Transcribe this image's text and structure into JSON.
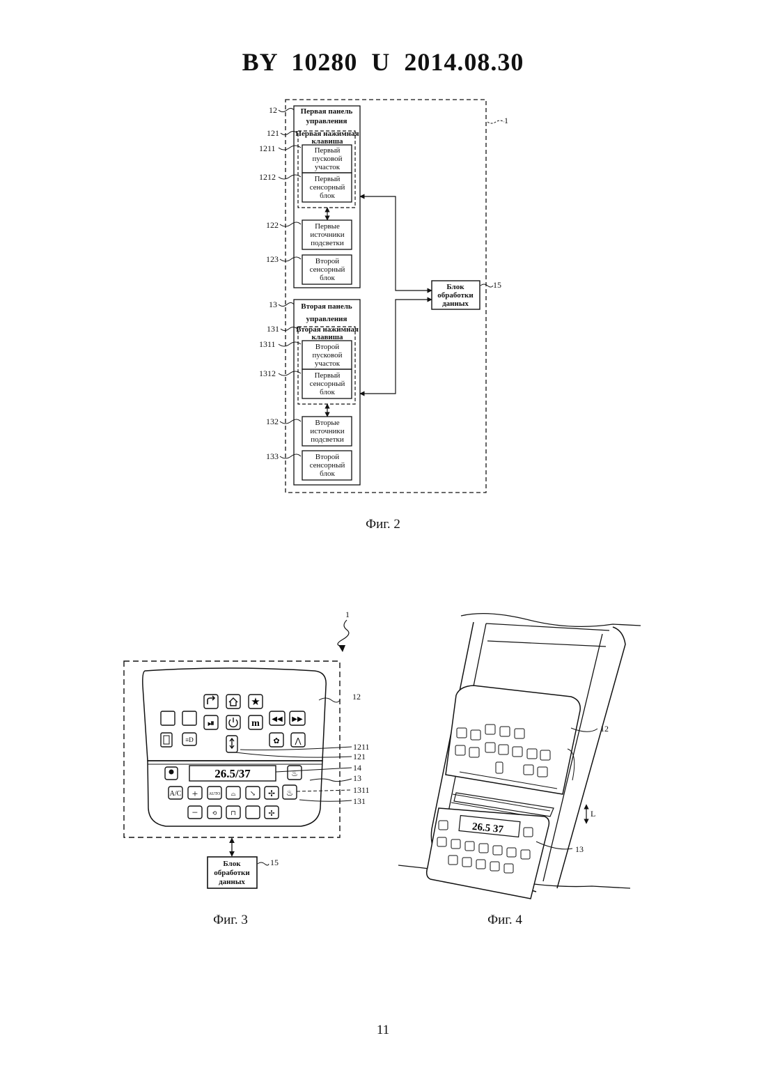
{
  "header": "BY  10280  U  2014.08.30",
  "page_number": "11",
  "fig2": {
    "caption": "Фиг. 2",
    "ref_outer": "1",
    "panel1": {
      "ref": "12",
      "title": [
        "Первая панель",
        "управления"
      ],
      "key": {
        "ref": "121",
        "title": [
          "Первая нажимная",
          "клавиша"
        ]
      },
      "trigger": {
        "ref": "1211",
        "lines": [
          "Первый",
          "пусковой",
          "участок"
        ]
      },
      "sensor1": {
        "ref": "1212",
        "lines": [
          "Первый",
          "сенсорный",
          "блок"
        ]
      },
      "light": {
        "ref": "122",
        "lines": [
          "Первые",
          "источники",
          "подсветки"
        ]
      },
      "sensor2": {
        "ref": "123",
        "lines": [
          "Второй",
          "сенсорный",
          "блок"
        ]
      }
    },
    "panel2": {
      "ref": "13",
      "title": [
        "Вторая панель",
        "управления"
      ],
      "key": {
        "ref": "131",
        "title": [
          "Вторая нажимная",
          "клавиша"
        ]
      },
      "trigger": {
        "ref": "1311",
        "lines": [
          "Второй",
          "пусковой",
          "участок"
        ]
      },
      "sensor1": {
        "ref": "1312",
        "lines": [
          "Первый",
          "сенсорный",
          "блок"
        ]
      },
      "light": {
        "ref": "132",
        "lines": [
          "Вторые",
          "источники",
          "подсветки"
        ]
      },
      "sensor2": {
        "ref": "133",
        "lines": [
          "Второй",
          "сенсорный",
          "блок"
        ]
      }
    },
    "processor": {
      "ref": "15",
      "lines": [
        "Блок",
        "обработки",
        "данных"
      ]
    }
  },
  "fig3": {
    "caption": "Фиг. 3",
    "ref_device": "1",
    "display": "26.5/37",
    "refs": {
      "panel1": "12",
      "trigger": "1211",
      "key1": "121",
      "display": "14",
      "panel2": "13",
      "trigger2": "1311",
      "key2": "131",
      "processor": "15"
    },
    "buttons_panel1": [
      "",
      "",
      "power",
      "m",
      "◀◀",
      "▶▶"
    ],
    "buttons_panel2": [
      "A/C",
      "+",
      "AUTO",
      "−"
    ],
    "processor": {
      "lines": [
        "Блок",
        "обработки",
        "данных"
      ]
    }
  },
  "fig4": {
    "caption": "Фиг. 4",
    "display": "26.5  37",
    "refs": {
      "panel1": "12",
      "panel2": "13",
      "direction": "L"
    }
  }
}
